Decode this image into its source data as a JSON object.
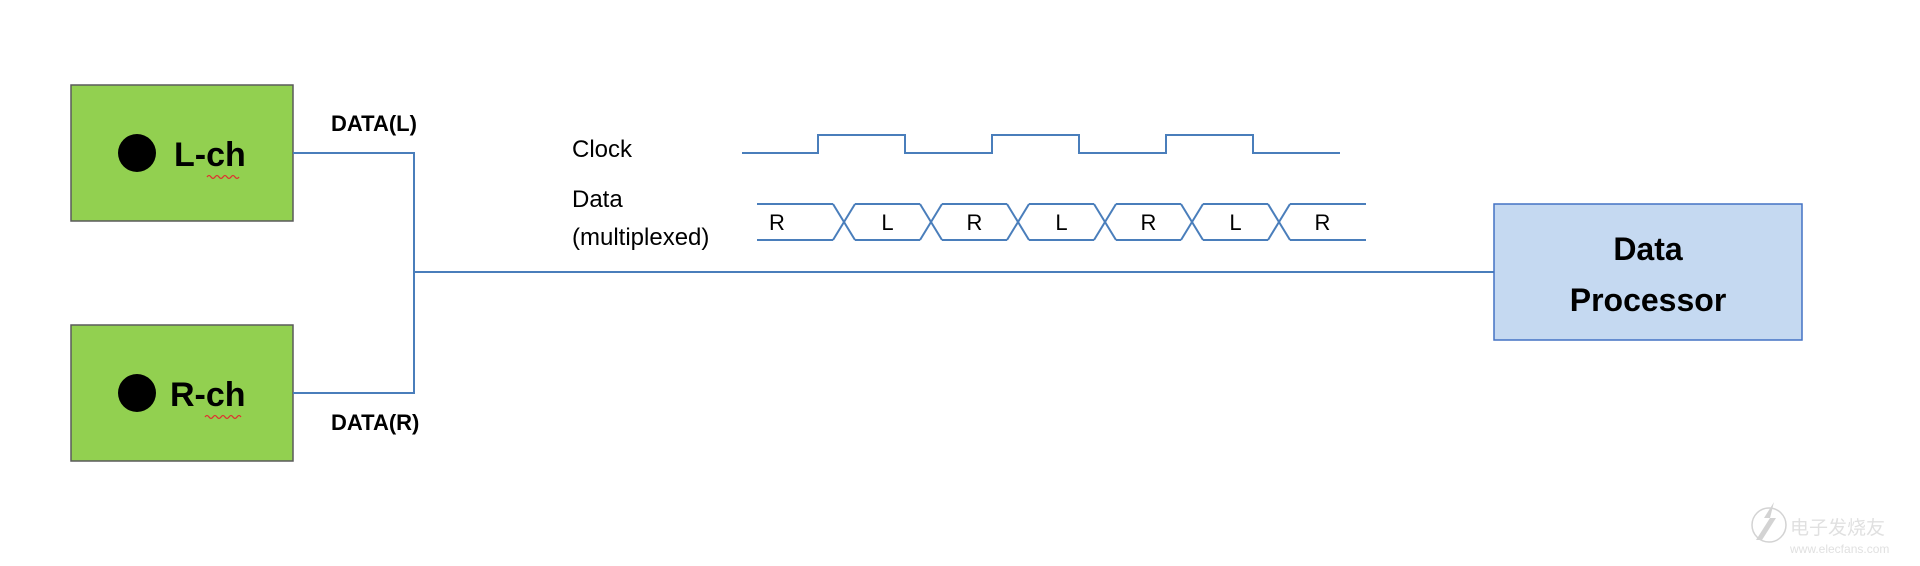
{
  "colors": {
    "channel_fill": "#92d050",
    "channel_stroke": "#5a5a5a",
    "processor_fill": "#c5d9f1",
    "processor_stroke": "#4472c4",
    "wire": "#4a7ebb",
    "text": "#000000",
    "squiggle": "#e03030"
  },
  "channels": {
    "left": {
      "label": "L-ch",
      "dot_icon": "filled-circle"
    },
    "right": {
      "label": "R-ch",
      "dot_icon": "filled-circle"
    }
  },
  "wires": {
    "left_label": "DATA(L)",
    "right_label": "DATA(R)"
  },
  "timing": {
    "clock_label": "Clock",
    "data_label_line1": "Data",
    "data_label_line2": "(multiplexed)",
    "data_slots": [
      "R",
      "L",
      "R",
      "L",
      "R",
      "L",
      "R"
    ]
  },
  "processor": {
    "label_line1": "Data",
    "label_line2": "Processor"
  },
  "watermark": {
    "text": "电子发烧友",
    "url": "www.elecfans.com"
  }
}
